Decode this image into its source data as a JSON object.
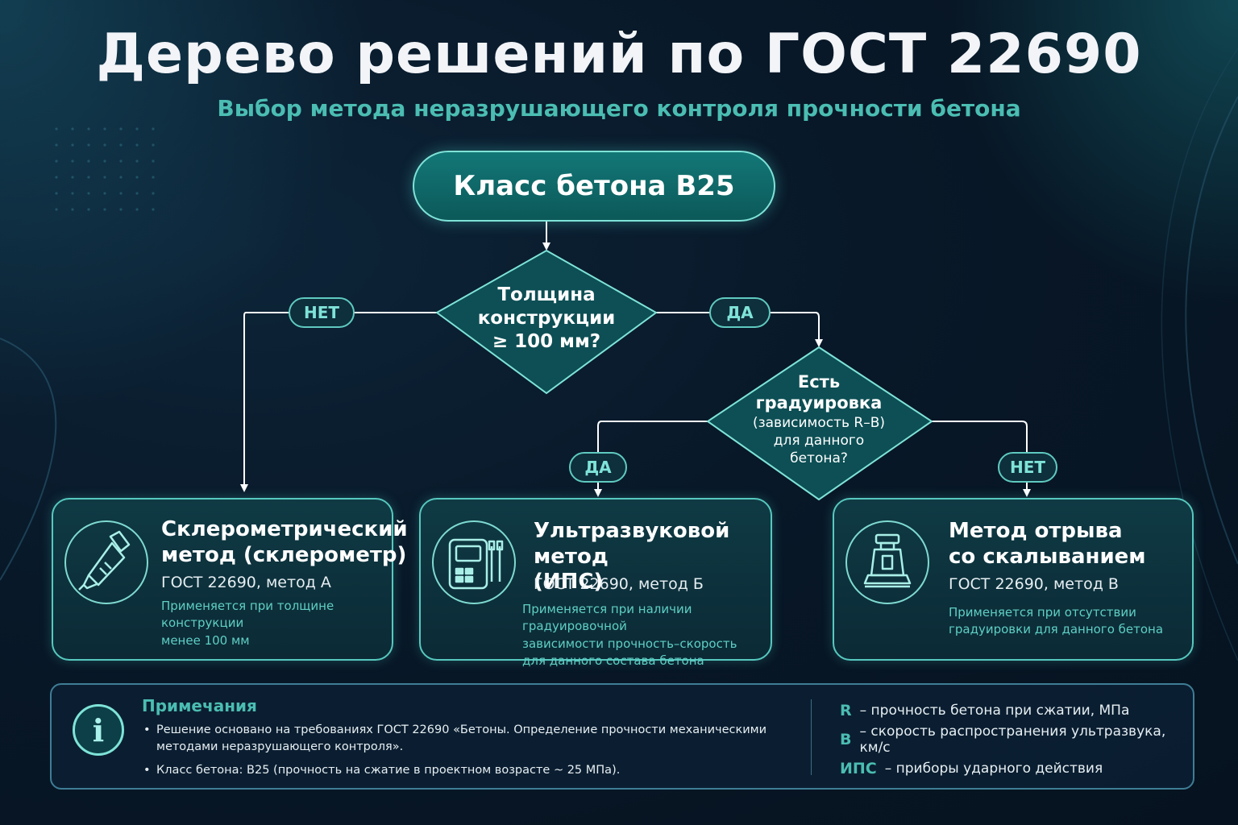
{
  "title": "Дерево решений по ГОСТ 22690",
  "subtitle": "Выбор метода неразрушающего контроля прочности бетона",
  "start": {
    "label": "Класс бетона B25"
  },
  "decision1": {
    "lines": [
      "Толщина",
      "конструкции",
      "≥ 100 мм?"
    ],
    "no_label": "НЕТ",
    "yes_label": "ДА"
  },
  "decision2": {
    "lines": [
      "Есть",
      "градуировка"
    ],
    "small_lines": [
      "(зависимость R–В)",
      "для данного",
      "бетона?"
    ],
    "yes_label": "ДА",
    "no_label": "НЕТ"
  },
  "methods": [
    {
      "title_lines": [
        "Склерометрический",
        "метод (склерометр)"
      ],
      "gost": "ГОСТ 22690, метод А",
      "desc_lines": [
        "Применяется при толщине конструкции",
        "менее 100 мм"
      ],
      "icon": "sclerometer-icon"
    },
    {
      "title_lines": [
        "Ультразвуковой метод",
        "(ИПС)"
      ],
      "gost": "ГОСТ 22690, метод Б",
      "desc_lines": [
        "Применяется при наличии градуировочной",
        "зависимости прочность–скорость",
        "для данного состава бетона"
      ],
      "icon": "ultrasonic-device-icon"
    },
    {
      "title_lines": [
        "Метод отрыва",
        "со скалыванием"
      ],
      "gost": "ГОСТ 22690, метод В",
      "desc_lines": [
        "Применяется при отсутствии",
        "градуировки для данного бетона"
      ],
      "icon": "pull-off-device-icon"
    }
  ],
  "notes": {
    "heading": "Примечания",
    "items": [
      "Решение основано на требованиях ГОСТ 22690 «Бетоны. Определение прочности механическими методами неразрушающего контроля».",
      "Класс бетона: B25 (прочность на сжатие в проектном возрасте ~ 25 МПа)."
    ],
    "icon": "info-icon"
  },
  "legend": [
    {
      "key": "R",
      "text": "– прочность бетона при сжатии, МПа"
    },
    {
      "key": "В",
      "text": "– скорость распространения ультразвука, км/с"
    },
    {
      "key": "ИПС",
      "text": "– приборы ударного действия"
    }
  ],
  "colors": {
    "background": "#081828",
    "accent": "#4bbdb2",
    "node_fill": "#0c5959",
    "border": "#7fe3d8"
  }
}
